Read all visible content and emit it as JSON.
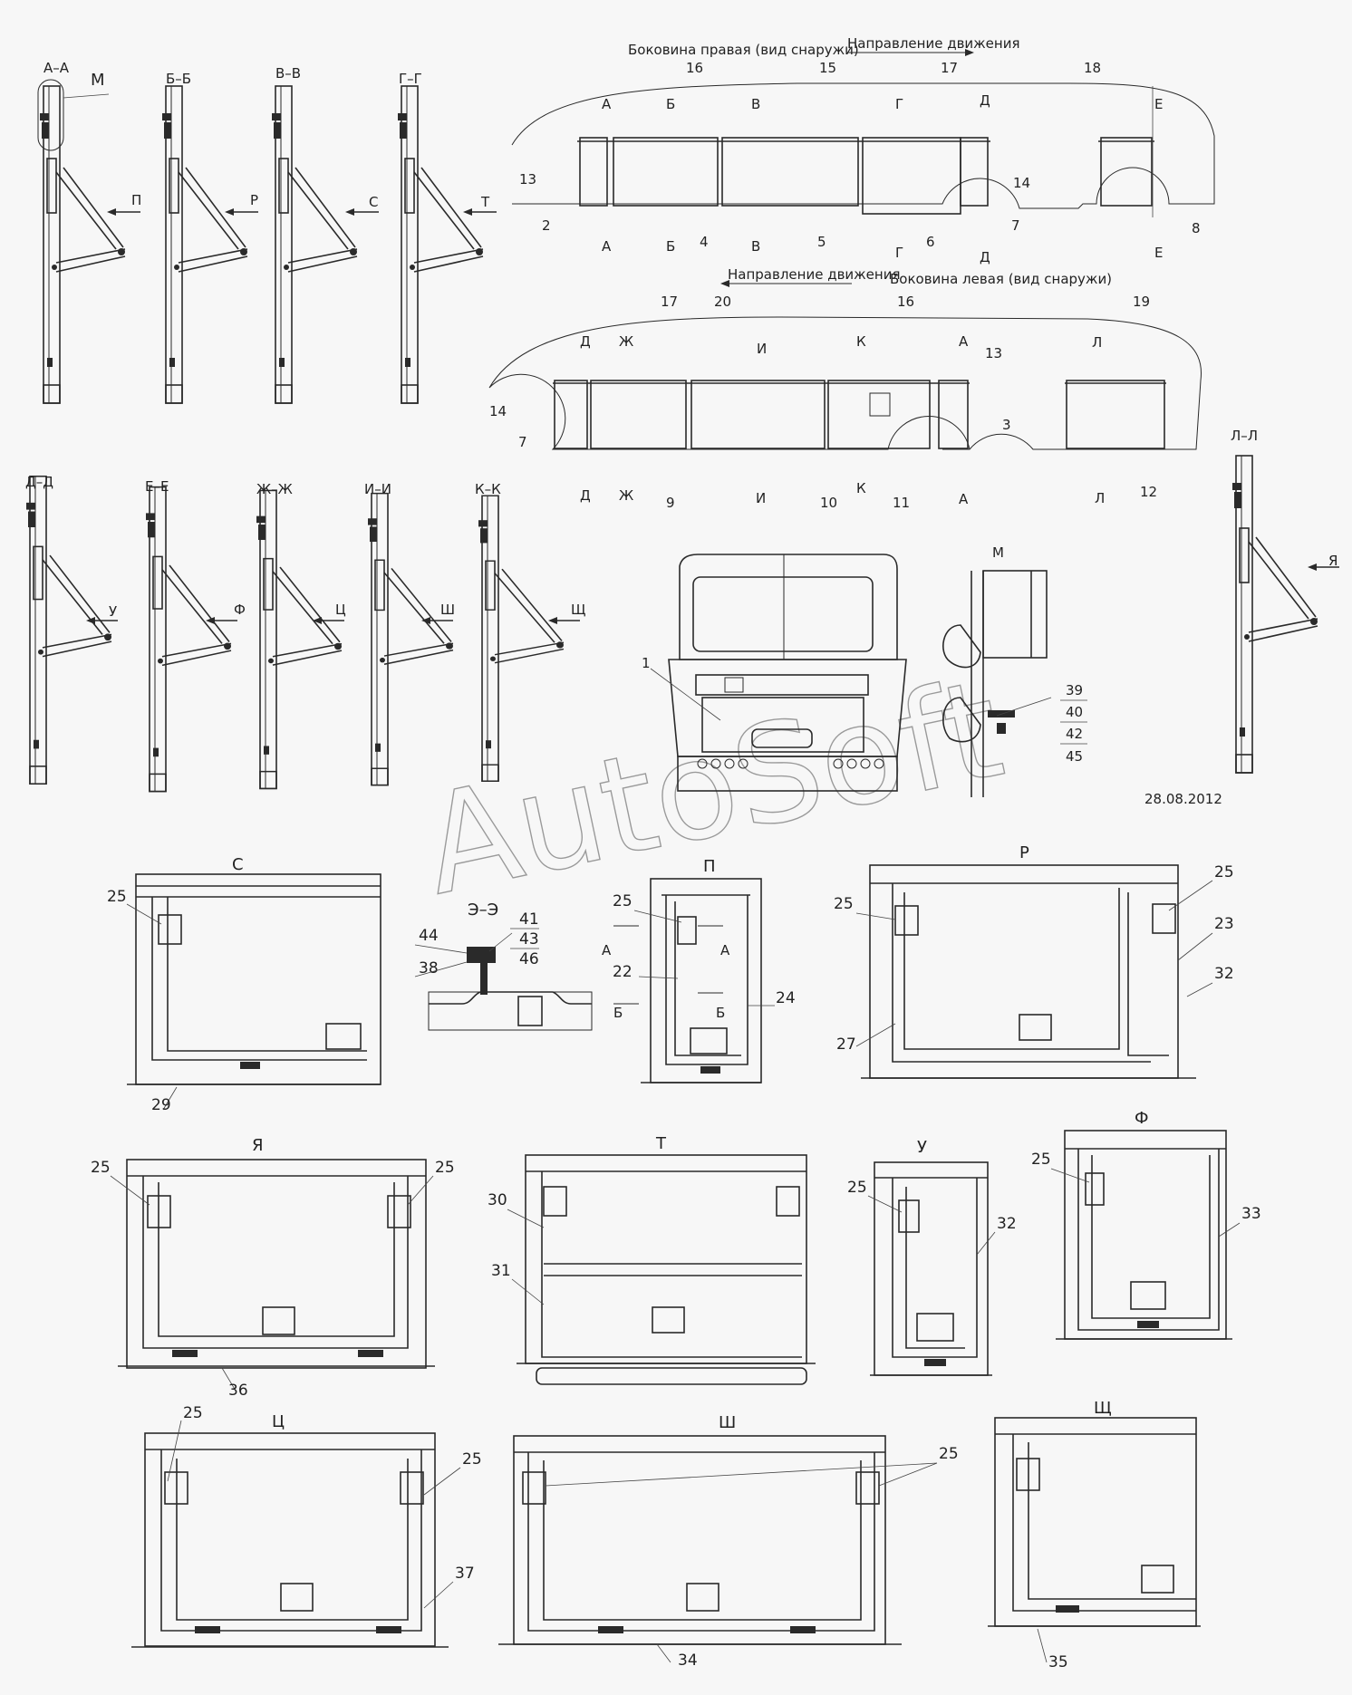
{
  "watermark": "AutoSoft",
  "date": "28.08.2012",
  "side_right": {
    "title": "Боковина правая (вид снаружи)",
    "direction": "Направление движения",
    "callouts": [
      "16",
      "15",
      "17",
      "18",
      "13",
      "14",
      "2",
      "4",
      "5",
      "6",
      "7",
      "8"
    ],
    "cuts": [
      "А",
      "Б",
      "В",
      "Г",
      "Д",
      "Е"
    ]
  },
  "side_left": {
    "title": "Боковина левая (вид снаружи)",
    "direction": "Направление движения",
    "callouts": [
      "17",
      "20",
      "16",
      "19",
      "13",
      "14",
      "7",
      "3",
      "9",
      "10",
      "11",
      "12"
    ],
    "cuts": [
      "Д",
      "Ж",
      "И",
      "К",
      "А",
      "Л"
    ]
  },
  "sections_top": [
    {
      "title": "А–А",
      "view": "П"
    },
    {
      "title": "Б–Б",
      "view": "Р"
    },
    {
      "title": "В–В",
      "view": "С"
    },
    {
      "title": "Г–Г",
      "view": "Т"
    }
  ],
  "section_M_label": "М",
  "sections_middle": [
    {
      "title": "Д–Д",
      "view": "У"
    },
    {
      "title": "Е–Е",
      "view": "Ф"
    },
    {
      "title": "Ж–Ж",
      "view": "Ц"
    },
    {
      "title": "И–И",
      "view": "Ш"
    },
    {
      "title": "К–К",
      "view": "Щ"
    }
  ],
  "section_LL": {
    "title": "Л–Л",
    "view": "Я"
  },
  "rear_view": {
    "callout": "1"
  },
  "detail_M": {
    "title": "М",
    "callouts": [
      "39",
      "40",
      "42",
      "45"
    ]
  },
  "detail_EE": {
    "title": "Э–Э",
    "callouts": [
      "41",
      "44",
      "43",
      "38",
      "46"
    ]
  },
  "views": {
    "S": {
      "title": "С",
      "callouts": [
        "25",
        "29"
      ]
    },
    "P": {
      "title": "П",
      "callouts": [
        "25",
        "22",
        "24"
      ],
      "marks": [
        "А",
        "А",
        "Б",
        "Б"
      ]
    },
    "R": {
      "title": "Р",
      "callouts": [
        "25",
        "25",
        "23",
        "32",
        "27"
      ]
    },
    "Ya": {
      "title": "Я",
      "callouts": [
        "25",
        "25",
        "36"
      ]
    },
    "T": {
      "title": "Т",
      "callouts": [
        "30",
        "31"
      ]
    },
    "U": {
      "title": "У",
      "callouts": [
        "25",
        "32"
      ]
    },
    "F": {
      "title": "Ф",
      "callouts": [
        "25",
        "33"
      ]
    },
    "Ts": {
      "title": "Ц",
      "callouts": [
        "25",
        "25",
        "37"
      ]
    },
    "Sh": {
      "title": "Ш",
      "callouts": [
        "25",
        "34"
      ]
    },
    "Shch": {
      "title": "Щ",
      "callouts": [
        "35"
      ]
    }
  }
}
